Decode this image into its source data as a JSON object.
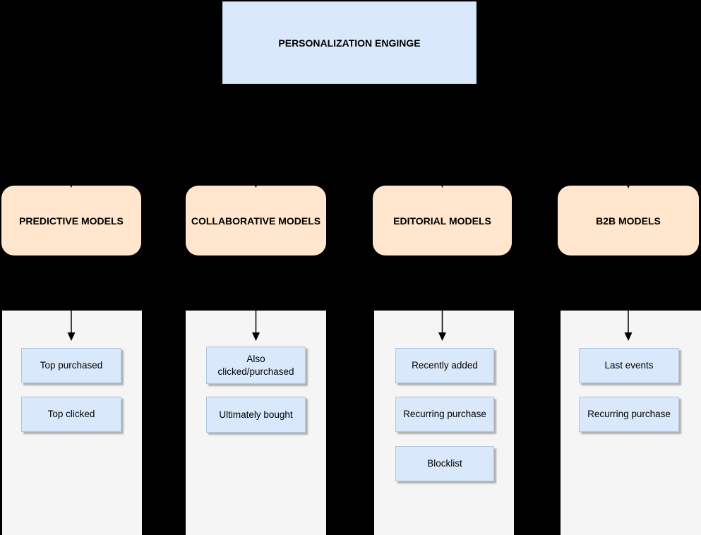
{
  "root_node": {
    "label": "PERSONALIZATION ENGINGE"
  },
  "groups": [
    {
      "label": "PREDICTIVE MODELS",
      "items": [
        "Top purchased",
        "Top clicked"
      ]
    },
    {
      "label": "COLLABORATIVE MODELS",
      "items": [
        "Also clicked/purchased",
        "Ultimately bought"
      ]
    },
    {
      "label": "EDITORIAL MODELS",
      "items": [
        "Recently added",
        "Recurring purchase",
        "Blocklist"
      ]
    },
    {
      "label": "B2B MODELS",
      "items": [
        "Last events",
        "Recurring purchase"
      ]
    }
  ],
  "colors": {
    "background": "#000000",
    "root_fill": "#dae8fc",
    "category_fill": "#ffe6cc",
    "container_fill": "#f5f5f5",
    "item_fill": "#dae8fc",
    "item_border": "#aec6de",
    "connector": "#000000",
    "text": "#000000"
  }
}
